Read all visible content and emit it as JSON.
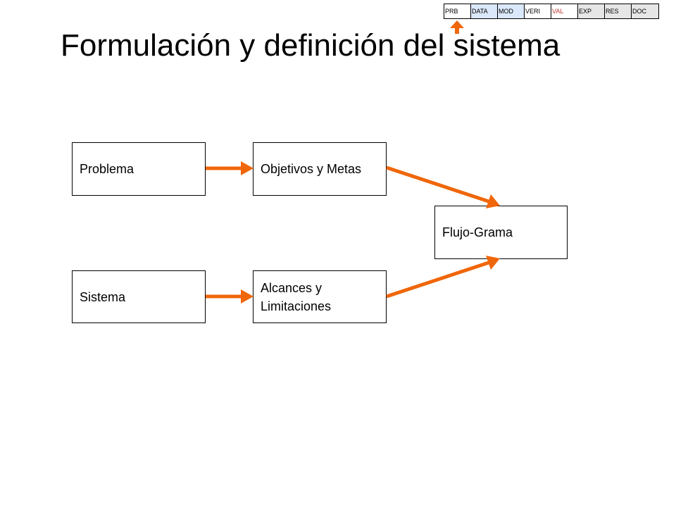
{
  "nav": {
    "cells": [
      {
        "label": "PRB",
        "bg": "#ffffff",
        "color": "#000000"
      },
      {
        "label": "DATA",
        "bg": "#dbe8fb",
        "color": "#000000"
      },
      {
        "label": "MOD",
        "bg": "#dbe8fb",
        "color": "#000000"
      },
      {
        "label": "VERI",
        "bg": "#ffffff",
        "color": "#000000"
      },
      {
        "label": "VAL",
        "bg": "#ffffff",
        "color": "#c0392b"
      },
      {
        "label": "EXP",
        "bg": "#e6e6e6",
        "color": "#000000"
      },
      {
        "label": "RES",
        "bg": "#e6e6e6",
        "color": "#000000"
      },
      {
        "label": "DOC",
        "bg": "#e6e6e6",
        "color": "#000000"
      }
    ],
    "current_marker": "up-arrow-icon"
  },
  "title": "Formulación y definición del sistema",
  "nodes": {
    "problema": "Problema",
    "objetivos": "Objetivos y Metas",
    "sistema": "Sistema",
    "alcances": "Alcances y Limitaciones",
    "flujograma": "Flujo-Grama"
  },
  "arrow_color": "#f0660a"
}
